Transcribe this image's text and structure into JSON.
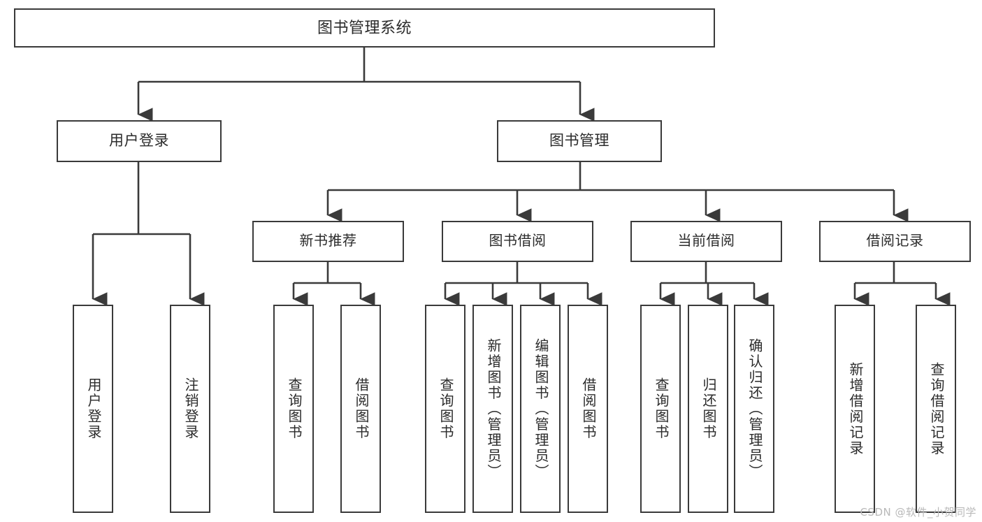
{
  "diagram": {
    "title": "图书管理系统",
    "line_color": "#3a3a3a",
    "box_fill": "#ffffff",
    "text_color": "#2b2b2b",
    "watermark": "CSDN @软件_小贺同学",
    "nodes": {
      "root": "图书管理系统",
      "user_login": "用户登录",
      "book_manage": "图书管理",
      "user_login_children": [
        "用户登录",
        "注销登录"
      ],
      "new_book_rec": "新书推荐",
      "new_book_rec_children": [
        "查询图书",
        "借阅图书"
      ],
      "book_borrow": "图书借阅",
      "book_borrow_children": [
        "查询图书",
        "新增图书（管理员）",
        "编辑图书（管理员）",
        "借阅图书"
      ],
      "current_borrow": "当前借阅",
      "current_borrow_children": [
        "查询图书",
        "归还图书",
        "确认归还（管理员）"
      ],
      "borrow_record": "借阅记录",
      "borrow_record_children": [
        "新增借阅记录",
        "查询借阅记录"
      ]
    }
  }
}
